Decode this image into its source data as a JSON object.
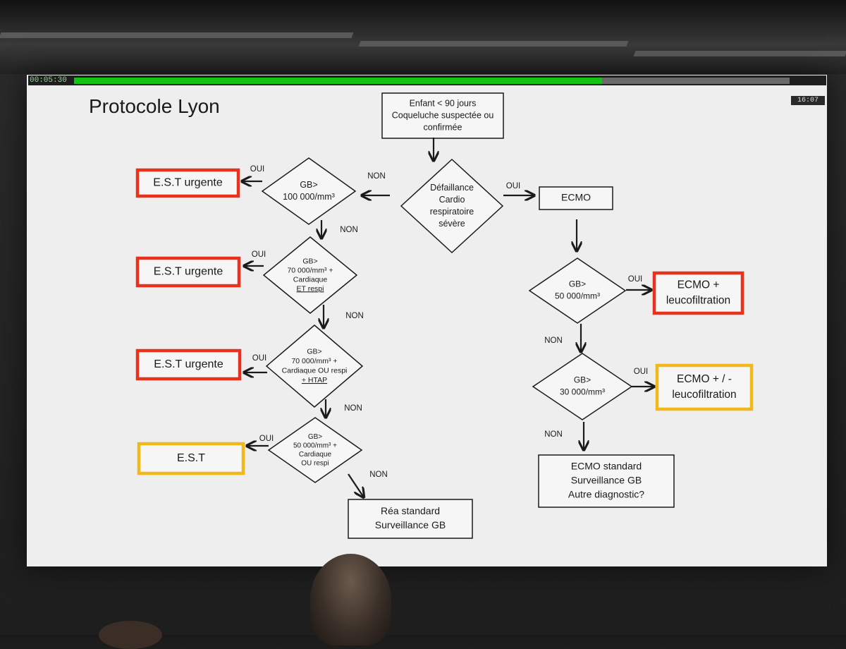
{
  "presenter": {
    "timer": "00:05:30",
    "clock": "16:07",
    "progress_fraction": 0.738
  },
  "slide": {
    "title": "Protocole Lyon",
    "nodes": {
      "start": [
        "Enfant < 90 jours",
        "Coqueluche suspectée ou",
        "confirmée"
      ],
      "defaillance": [
        "Défaillance",
        "Cardio",
        "respiratoire",
        "sévère"
      ],
      "ecmo": [
        "ECMO"
      ],
      "d1": [
        "GB>",
        "100 000/mm³"
      ],
      "d2": [
        "GB>",
        "70 000/mm³ +",
        "Cardiaque",
        "ET respi"
      ],
      "d3": [
        "GB>",
        "70 000/mm³ +",
        "Cardiaque OU respi",
        "+ HTAP"
      ],
      "d4": [
        "GB>",
        "50 000/mm³ +",
        "Cardiaque",
        "OU respi"
      ],
      "r1": [
        "E.S.T urgente"
      ],
      "r2": [
        "E.S.T urgente"
      ],
      "r3": [
        "E.S.T urgente"
      ],
      "r4": [
        "E.S.T"
      ],
      "rea": [
        "Réa  standard",
        "Surveillance GB"
      ],
      "e1": [
        "GB>",
        "50 000/mm³"
      ],
      "e2": [
        "GB>",
        "30 000/mm³"
      ],
      "er1": [
        "ECMO +",
        "leucofiltration"
      ],
      "er2": [
        "ECMO + / -",
        "leucofiltration"
      ],
      "ecmo_std": [
        "ECMO standard",
        "Surveillance GB",
        "Autre diagnostic?"
      ]
    },
    "edge_labels": {
      "oui": "OUI",
      "non": "NON"
    },
    "colors": {
      "red_border": "#e8321e",
      "yellow_border": "#f0b818",
      "line": "#1a1a1a"
    }
  }
}
